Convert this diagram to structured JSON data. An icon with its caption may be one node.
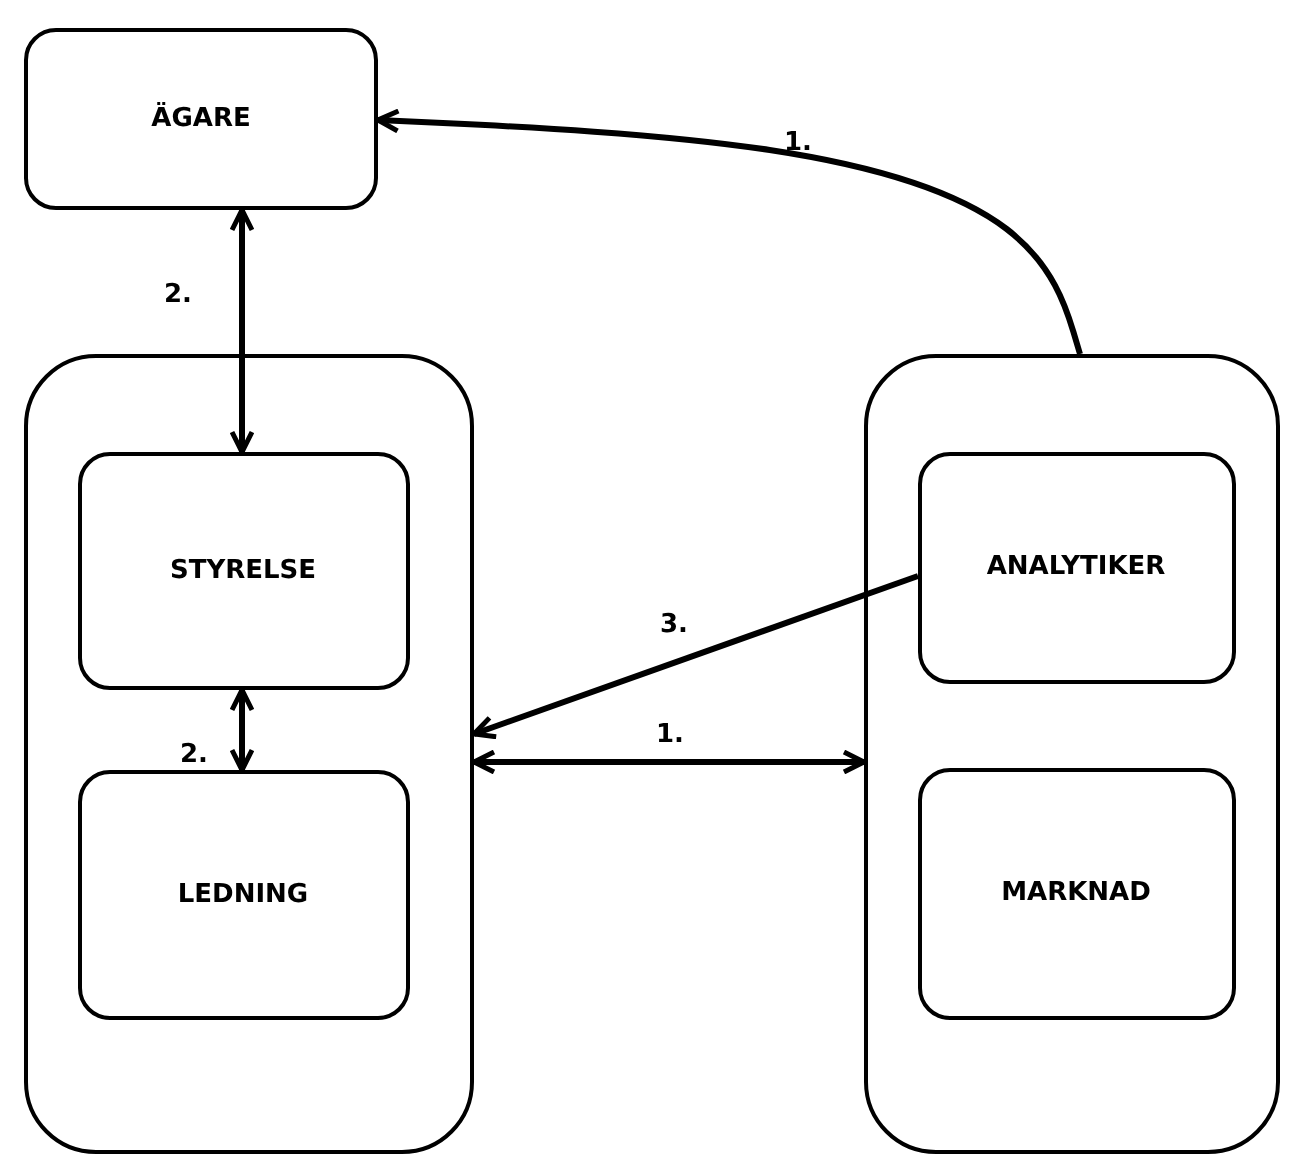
{
  "diagram": {
    "nodes": [
      {
        "text": [
          "ÄGARE"
        ]
      },
      {
        "text": [],
        "shape": "box"
      },
      {
        "text": [
          "STYRELSE"
        ],
        "in": 1
      },
      {
        "text": [
          "LEDNING"
        ],
        "in": 1
      },
      {
        "text": [],
        "shape": "box"
      },
      {
        "text": [
          "ANALYTIKER"
        ],
        "in": 4
      },
      {
        "text": [
          "MARKNAD"
        ],
        "in": 4
      }
    ],
    "edges": [
      {
        "from": 4,
        "to": 0,
        "arrow": "to",
        "label": "1."
      },
      {
        "from": 0,
        "to": 2,
        "arrow": "both",
        "label": "2."
      },
      {
        "from": 2,
        "to": 3,
        "arrow": "both",
        "label": "2."
      },
      {
        "from": 5,
        "to": 1,
        "arrow": "to",
        "label": "3."
      },
      {
        "from": 1,
        "to": 4,
        "arrow": "both",
        "label": "1."
      }
    ]
  }
}
